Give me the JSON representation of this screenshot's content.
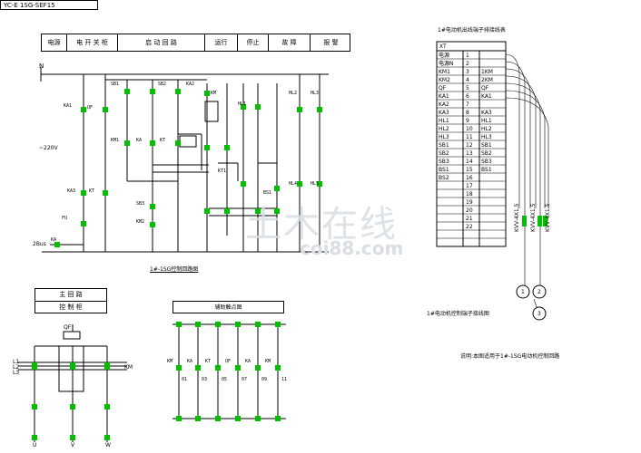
{
  "title_block": {
    "text": "YC-E 1SG-SEF15"
  },
  "header_row": {
    "cells": [
      "电源",
      "电 开 关 柜",
      "启 动 回 路",
      "运行",
      "停止",
      "故 障",
      "报 警"
    ]
  },
  "main_diagram": {
    "bus_label": "N",
    "voltage_label": "~220V",
    "left_label": "2Bus",
    "caption": "1#-1SG控制回路图"
  },
  "terminal_table": {
    "title": "1#电动机出线端子排接线表",
    "header": "XT",
    "rows": [
      {
        "name": "电源",
        "num": "1",
        "wire": ""
      },
      {
        "name": "电源N",
        "num": "2",
        "wire": ""
      },
      {
        "name": "KM1",
        "num": "3",
        "wire": "1KM"
      },
      {
        "name": "KM2",
        "num": "4",
        "wire": "2KM"
      },
      {
        "name": "QF",
        "num": "5",
        "wire": "QF"
      },
      {
        "name": "KA1",
        "num": "6",
        "wire": "KA1"
      },
      {
        "name": "KA2",
        "num": "7",
        "wire": ""
      },
      {
        "name": "KA3",
        "num": "8",
        "wire": "KA3"
      },
      {
        "name": "HL1",
        "num": "9",
        "wire": "HL1"
      },
      {
        "name": "HL2",
        "num": "10",
        "wire": "HL2"
      },
      {
        "name": "HL3",
        "num": "11",
        "wire": "HL3"
      },
      {
        "name": "SB1",
        "num": "12",
        "wire": "SB1"
      },
      {
        "name": "SB2",
        "num": "13",
        "wire": "SB2"
      },
      {
        "name": "SB3",
        "num": "14",
        "wire": "SB3"
      },
      {
        "name": "BS1",
        "num": "15",
        "wire": "BS1"
      },
      {
        "name": "BS2",
        "num": "16",
        "wire": ""
      },
      {
        "name": "",
        "num": "17",
        "wire": ""
      },
      {
        "name": "",
        "num": "18",
        "wire": ""
      },
      {
        "name": "",
        "num": "19",
        "wire": ""
      },
      {
        "name": "",
        "num": "20",
        "wire": ""
      },
      {
        "name": "",
        "num": "21",
        "wire": ""
      },
      {
        "name": "",
        "num": "22",
        "wire": ""
      }
    ],
    "cable_labels": [
      "KVV-4X1.5",
      "KVV-4X1.5",
      "KVV-4X1.5"
    ],
    "node_labels": [
      "1",
      "2",
      "3"
    ],
    "caption": "1#电动机控制端子接线图"
  },
  "note": {
    "text": "说明:本图适用于1#-1SG电动机控制回路"
  },
  "power_table": {
    "rows": [
      "主 回 路",
      "控 制 柜"
    ]
  },
  "power_diagram": {
    "top_label": "QF",
    "side_labels": [
      "L1",
      "L2",
      "L3"
    ],
    "right_label": "KM",
    "bottom_labels": [
      "U",
      "V",
      "W"
    ]
  },
  "secondary": {
    "title": "辅助触点图"
  },
  "colors": {
    "line": "#000000",
    "accent": "#00c000",
    "watermark": "#cfd8dc"
  },
  "watermark": {
    "text": "土木在线",
    "subtext": "coi88.com"
  }
}
